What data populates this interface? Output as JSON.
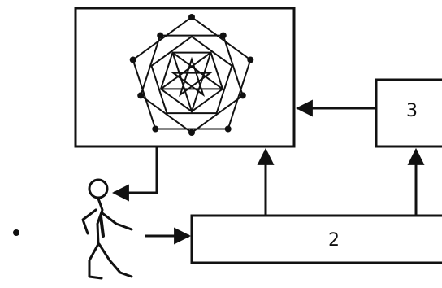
{
  "diagram": {
    "blocks": [
      {
        "id": "display",
        "label": ""
      },
      {
        "id": "block-3",
        "label": "3"
      },
      {
        "id": "block-2",
        "label": "2"
      }
    ],
    "figure": "pentagon-star-pattern",
    "person": "operator",
    "colors": {
      "ink": "#111111",
      "background": "#ffffff"
    }
  }
}
